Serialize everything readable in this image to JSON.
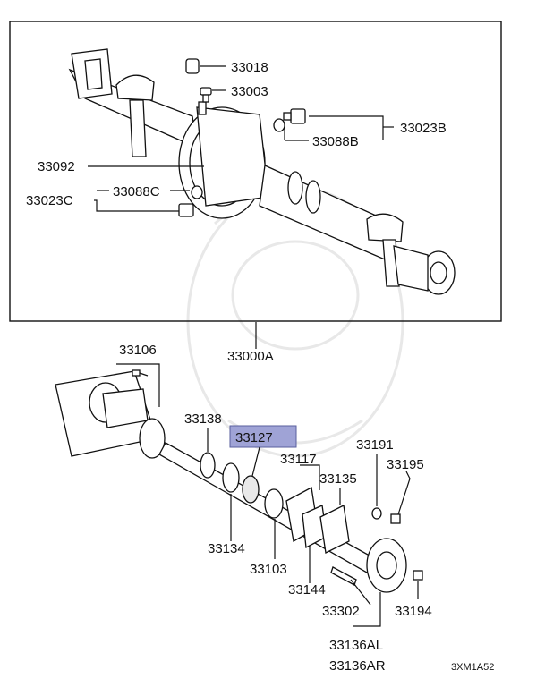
{
  "labels": [
    {
      "text": "33018"
    },
    {
      "text": "33003"
    },
    {
      "text": "33023B"
    },
    {
      "text": "33088B"
    },
    {
      "text": "33092"
    },
    {
      "text": "33088C"
    },
    {
      "text": "33023C"
    },
    {
      "text": "33000A"
    },
    {
      "text": "33106"
    },
    {
      "text": "33138"
    },
    {
      "text": "33127"
    },
    {
      "text": "33191"
    },
    {
      "text": "33117"
    },
    {
      "text": "33195"
    },
    {
      "text": "33135"
    },
    {
      "text": "33134"
    },
    {
      "text": "33103"
    },
    {
      "text": "33144"
    },
    {
      "text": "33302"
    },
    {
      "text": "33194"
    },
    {
      "text": "33136AL"
    },
    {
      "text": "33136AR"
    }
  ],
  "diagram_code": "3XM1A52",
  "colors": {
    "highlight": "#9fa3d6",
    "line": "#111111",
    "watermark": "#e8e8e8"
  }
}
